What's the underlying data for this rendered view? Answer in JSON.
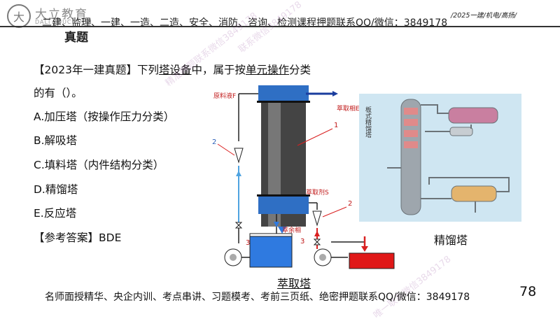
{
  "header": {
    "logo_mark": "大",
    "logo_cn": "大立教育",
    "logo_en": "DALI EDUCATION",
    "banner": "二建、监理、一建、一造、二造、安全、消防、咨询、检测课程押题联系QQ/微信：3849178",
    "tag": "/2025一建/机电/高扬/"
  },
  "subject": "真题",
  "question": {
    "prefix": "【2023年一建真题】下列",
    "kw1": "塔设备",
    "mid": "中，属于按",
    "kw2": "单元操作",
    "suffix": "分类",
    "line2": "的有（）。"
  },
  "options": [
    "A.加压塔（按操作压力分类）",
    "B.解吸塔",
    "C.填料塔（内件结构分类）",
    "D.精馏塔",
    "E.反应塔"
  ],
  "answer": "【参考答案】BDE",
  "figure1": {
    "caption": "萃取塔",
    "labels": {
      "raw": "原料液F",
      "extract_e": "萃取相E",
      "solvent_s": "萃取剂S",
      "raffinate": "萃余相",
      "n1": "1",
      "n2a": "2",
      "n2b": "2",
      "n3a": "3",
      "n3b": "3"
    }
  },
  "figure2": {
    "caption": "精馏塔",
    "title": "板式精馏塔"
  },
  "watermarks": [
    "精准押题联系微信3849178",
    "联系微信3849178",
    "唯一联系微信3849178"
  ],
  "footer": "名师面授精华、央企内训、考点串讲、习题模考、考前三页纸、绝密押题联系QQ/微信：3849178",
  "page_number": "78"
}
